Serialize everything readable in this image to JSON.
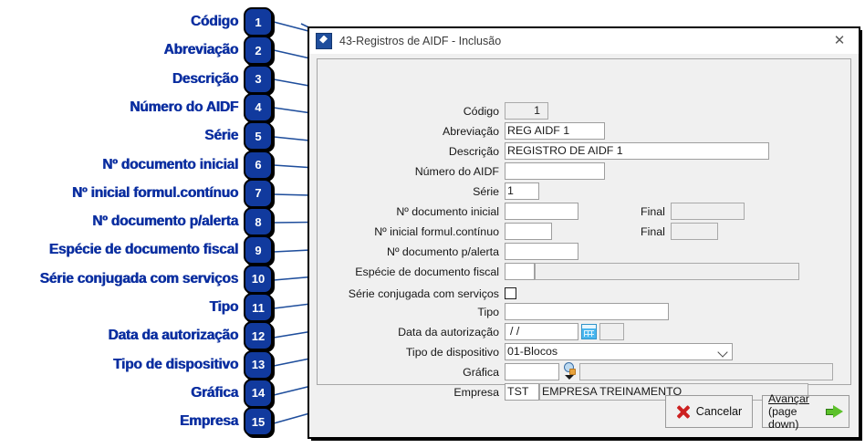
{
  "annotations": [
    {
      "n": "1",
      "label": "Código"
    },
    {
      "n": "2",
      "label": "Abreviação"
    },
    {
      "n": "3",
      "label": "Descrição"
    },
    {
      "n": "4",
      "label": "Número do AIDF"
    },
    {
      "n": "5",
      "label": "Série"
    },
    {
      "n": "6",
      "label": "Nº documento inicial"
    },
    {
      "n": "7",
      "label": "Nº inicial formul.contínuo"
    },
    {
      "n": "8",
      "label": "Nº documento p/alerta"
    },
    {
      "n": "9",
      "label": "Espécie de documento fiscal"
    },
    {
      "n": "10",
      "label": "Série conjugada com serviços"
    },
    {
      "n": "11",
      "label": "Tipo"
    },
    {
      "n": "12",
      "label": "Data da autorização"
    },
    {
      "n": "13",
      "label": "Tipo de dispositivo"
    },
    {
      "n": "14",
      "label": "Gráfica"
    },
    {
      "n": "15",
      "label": "Empresa"
    }
  ],
  "dialog": {
    "title": "43-Registros de AIDF - Inclusão",
    "icon": "app-icon",
    "close_label": "✕",
    "fields": [
      {
        "key": "codigo",
        "label": "Código",
        "value": "1",
        "placeholder": ""
      },
      {
        "key": "abreviacao",
        "label": "Abreviação",
        "value": "REG AIDF 1",
        "placeholder": ""
      },
      {
        "key": "descricao",
        "label": "Descrição",
        "value": "REGISTRO DE AIDF 1",
        "placeholder": ""
      },
      {
        "key": "numero_aidf",
        "label": "Número do AIDF",
        "value": "",
        "placeholder": ""
      },
      {
        "key": "serie",
        "label": "Série",
        "value": "1",
        "placeholder": ""
      },
      {
        "key": "doc_inicial",
        "label": "Nº documento inicial",
        "value": "",
        "sublabel": "Final",
        "value2": ""
      },
      {
        "key": "formul_cont",
        "label": "Nº inicial formul.contínuo",
        "value": "",
        "sublabel": "Final",
        "value2": ""
      },
      {
        "key": "doc_alerta",
        "label": "Nº documento p/alerta",
        "value": "",
        "placeholder": ""
      },
      {
        "key": "especie",
        "label": "Espécie de documento fiscal",
        "value": "",
        "value2": ""
      },
      {
        "key": "serie_conj",
        "label": "Série conjugada com serviços",
        "checked": false
      },
      {
        "key": "tipo",
        "label": "Tipo",
        "value": "",
        "placeholder": ""
      },
      {
        "key": "data_autoriz",
        "label": "Data da autorização",
        "value": "/  /",
        "value2": ""
      },
      {
        "key": "tipo_disp",
        "label": "Tipo de dispositivo",
        "value": "01-Blocos"
      },
      {
        "key": "grafica",
        "label": "Gráfica",
        "value": "",
        "value2": ""
      },
      {
        "key": "empresa",
        "label": "Empresa",
        "value": "TST",
        "value2": "EMPRESA TREINAMENTO"
      }
    ],
    "buttons": {
      "cancel": "Cancelar",
      "next_line1": "Avançar",
      "next_line2": "(page down)"
    }
  },
  "colors": {
    "annotation_blue": "#0a2ea0",
    "badge_fill": "#113a9e",
    "dialog_bg": "#f0f0f0",
    "leader_line": "#1f4e9c"
  }
}
